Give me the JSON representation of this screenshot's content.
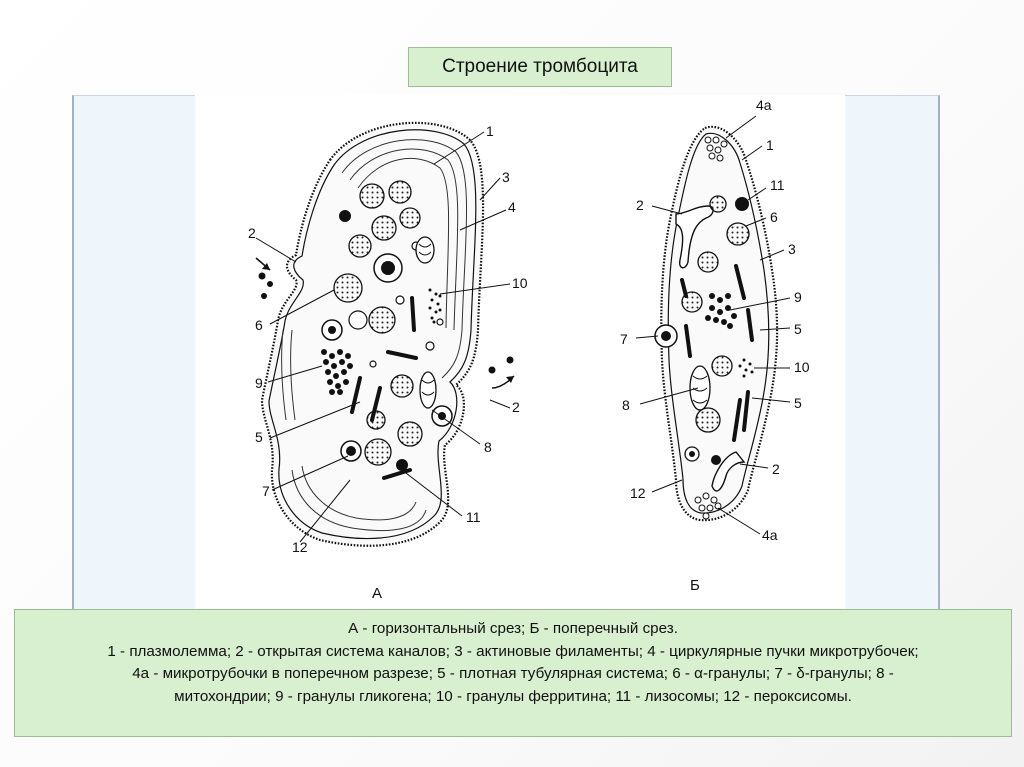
{
  "slide": {
    "title": "Строение тромбоцита"
  },
  "figure": {
    "a": {
      "sublabel": "А",
      "labels": [
        "1",
        "2",
        "3",
        "4",
        "10",
        "6",
        "9",
        "5",
        "2",
        "8",
        "7",
        "11",
        "12"
      ]
    },
    "b": {
      "sublabel": "Б",
      "labels": [
        "4а",
        "1",
        "11",
        "2",
        "6",
        "3",
        "9",
        "5",
        "7",
        "10",
        "8",
        "5",
        "2",
        "12",
        "4а"
      ]
    }
  },
  "caption": {
    "line1": "А - горизонтальный срез; Б - поперечный срез.",
    "line2": "1 - плазмолемма; 2 - открытая система каналов; 3 - актиновые филаменты; 4 - циркулярные пучки микротрубочек;",
    "line3": "4а - микротрубочки в поперечном разрезе; 5 - плотная тубулярная система; 6 - α-гранулы; 7 - δ-гранулы; 8 -",
    "line4": "митохондрии; 9 - гранулы гликогена; 10 - гранулы ферритина; 11 - лизосомы; 12 - пероксисомы."
  }
}
